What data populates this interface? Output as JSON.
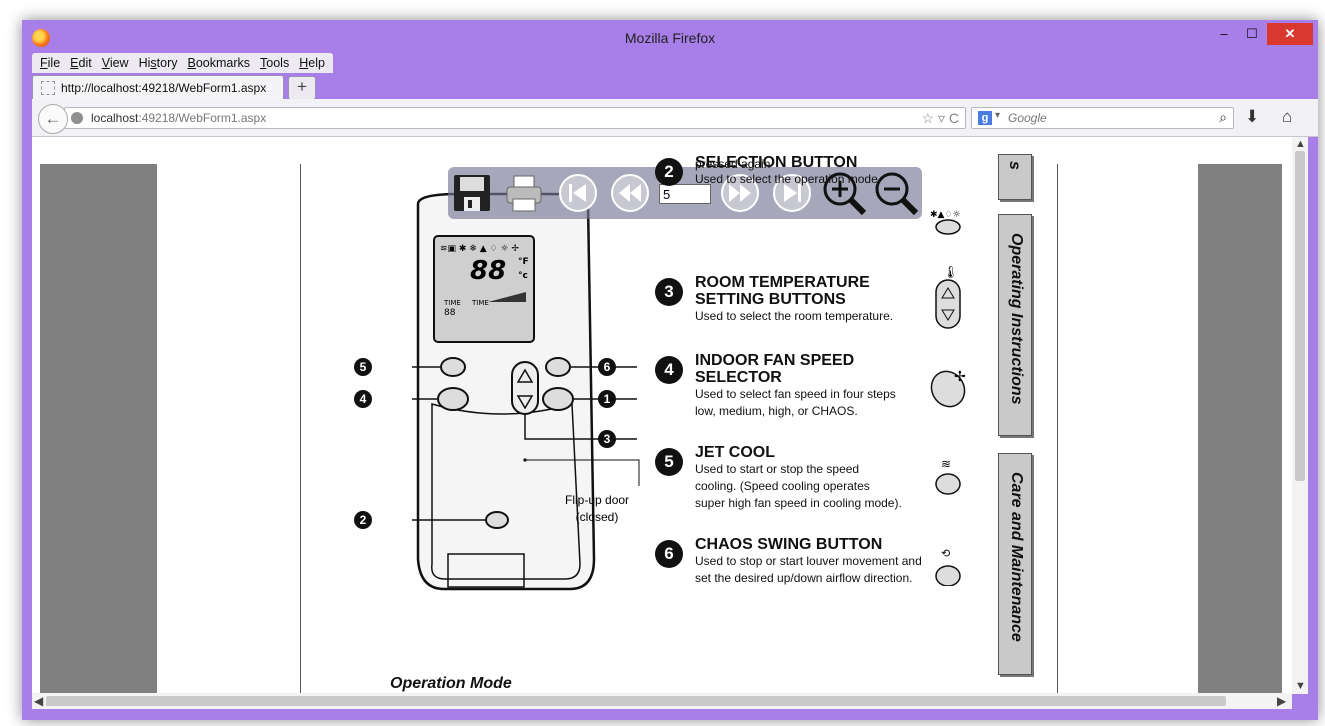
{
  "window": {
    "title": "Mozilla Firefox",
    "min_glyph": "–",
    "max_glyph": "☐",
    "close_glyph": "✕"
  },
  "menubar": {
    "items": [
      {
        "pre": "",
        "key": "F",
        "post": "ile"
      },
      {
        "pre": "",
        "key": "E",
        "post": "dit"
      },
      {
        "pre": "",
        "key": "V",
        "post": "iew"
      },
      {
        "pre": "Hi",
        "key": "s",
        "post": "tory"
      },
      {
        "pre": "",
        "key": "B",
        "post": "ookmarks"
      },
      {
        "pre": "",
        "key": "T",
        "post": "ools"
      },
      {
        "pre": "",
        "key": "H",
        "post": "elp"
      }
    ]
  },
  "tab": {
    "title": "http://localhost:49218/WebForm1.aspx",
    "new_tab": "+"
  },
  "nav": {
    "back_glyph": "←",
    "url_host": "localhost",
    "url_rest": ":49218/WebForm1.aspx",
    "url_icons": "☆ ▿ C",
    "search_engine": "g",
    "search_dropdown": "▾",
    "search_placeholder": "Google",
    "search_glyph": "⌕",
    "download_glyph": "⬇",
    "home_glyph": "⌂"
  },
  "scrollbars": {
    "up": "▲",
    "down": "▼",
    "left": "◀",
    "right": "▶"
  },
  "pdf_toolbar": {
    "page_value": "5"
  },
  "document": {
    "partial_top_text": "pressed again",
    "items": [
      {
        "num": "2",
        "title": "SELECTION BUTTON",
        "body": [
          "Used to select the operation mode."
        ]
      },
      {
        "num": "3",
        "title": "ROOM TEMPERATURE\nSETTING BUTTONS",
        "body": [
          "Used to select the room temperature."
        ]
      },
      {
        "num": "4",
        "title": "INDOOR FAN SPEED\nSELECTOR",
        "body": [
          "Used to select fan speed in four steps",
          "low, medium, high, or CHAOS."
        ]
      },
      {
        "num": "5",
        "title": "JET COOL",
        "body": [
          "Used to start or stop the speed",
          "cooling. (Speed cooling operates",
          "super high fan speed in cooling mode)."
        ]
      },
      {
        "num": "6",
        "title": "CHAOS SWING BUTTON",
        "body": [
          "Used to stop or start louver movement and",
          "set the desired up/down airflow direction."
        ]
      }
    ],
    "remote_callouts": [
      "5",
      "6",
      "4",
      "1",
      "3",
      "2"
    ],
    "flip_door_label": "Flip-up door\n(closed)",
    "section_footer": "Operation Mode",
    "side_tabs": [
      "Operating Instructions",
      "Care and Maintenance"
    ],
    "side_tab_partial": "s",
    "display_temp": "88",
    "display_unit_f": "°F",
    "display_unit_c": "°c",
    "display_time_on": "TIME",
    "display_time_off": "TIME",
    "display_digits": "88"
  }
}
